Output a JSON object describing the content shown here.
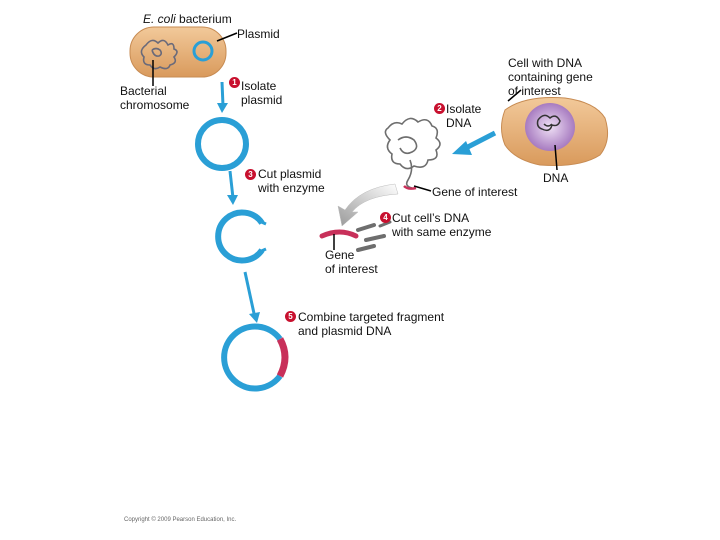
{
  "labels": {
    "ecoli_italic": "E. coli",
    "ecoli_rest": " bacterium",
    "plasmid": "Plasmid",
    "bacterial_chromosome": [
      "Bacterial",
      "chromosome"
    ],
    "cell_with_dna": [
      "Cell with DNA",
      "containing gene",
      "of interest"
    ],
    "dna": "DNA",
    "gene_of_interest_top": "Gene of interest",
    "gene_of_interest_bottom": [
      "Gene",
      "of interest"
    ]
  },
  "steps": [
    {
      "number": "1",
      "lines": [
        "Isolate",
        "plasmid"
      ]
    },
    {
      "number": "2",
      "lines": [
        "Isolate",
        "DNA"
      ]
    },
    {
      "number": "3",
      "lines": [
        "Cut plasmid",
        "with enzyme"
      ]
    },
    {
      "number": "4",
      "lines": [
        "Cut cell’s DNA",
        "with same enzyme"
      ]
    },
    {
      "number": "5",
      "lines": [
        "Combine targeted fragment",
        "and plasmid DNA"
      ]
    }
  ],
  "copyright": "Copyright © 2009 Pearson Education, Inc.",
  "colors": {
    "cell_fill": "#e8b27a",
    "plasmid_blue": "#2a9fd6",
    "gene_red": "#c8305a",
    "fragment_gray": "#777777",
    "nucleus_purple": "#b38cc7",
    "step_badge": "#c8102e"
  }
}
